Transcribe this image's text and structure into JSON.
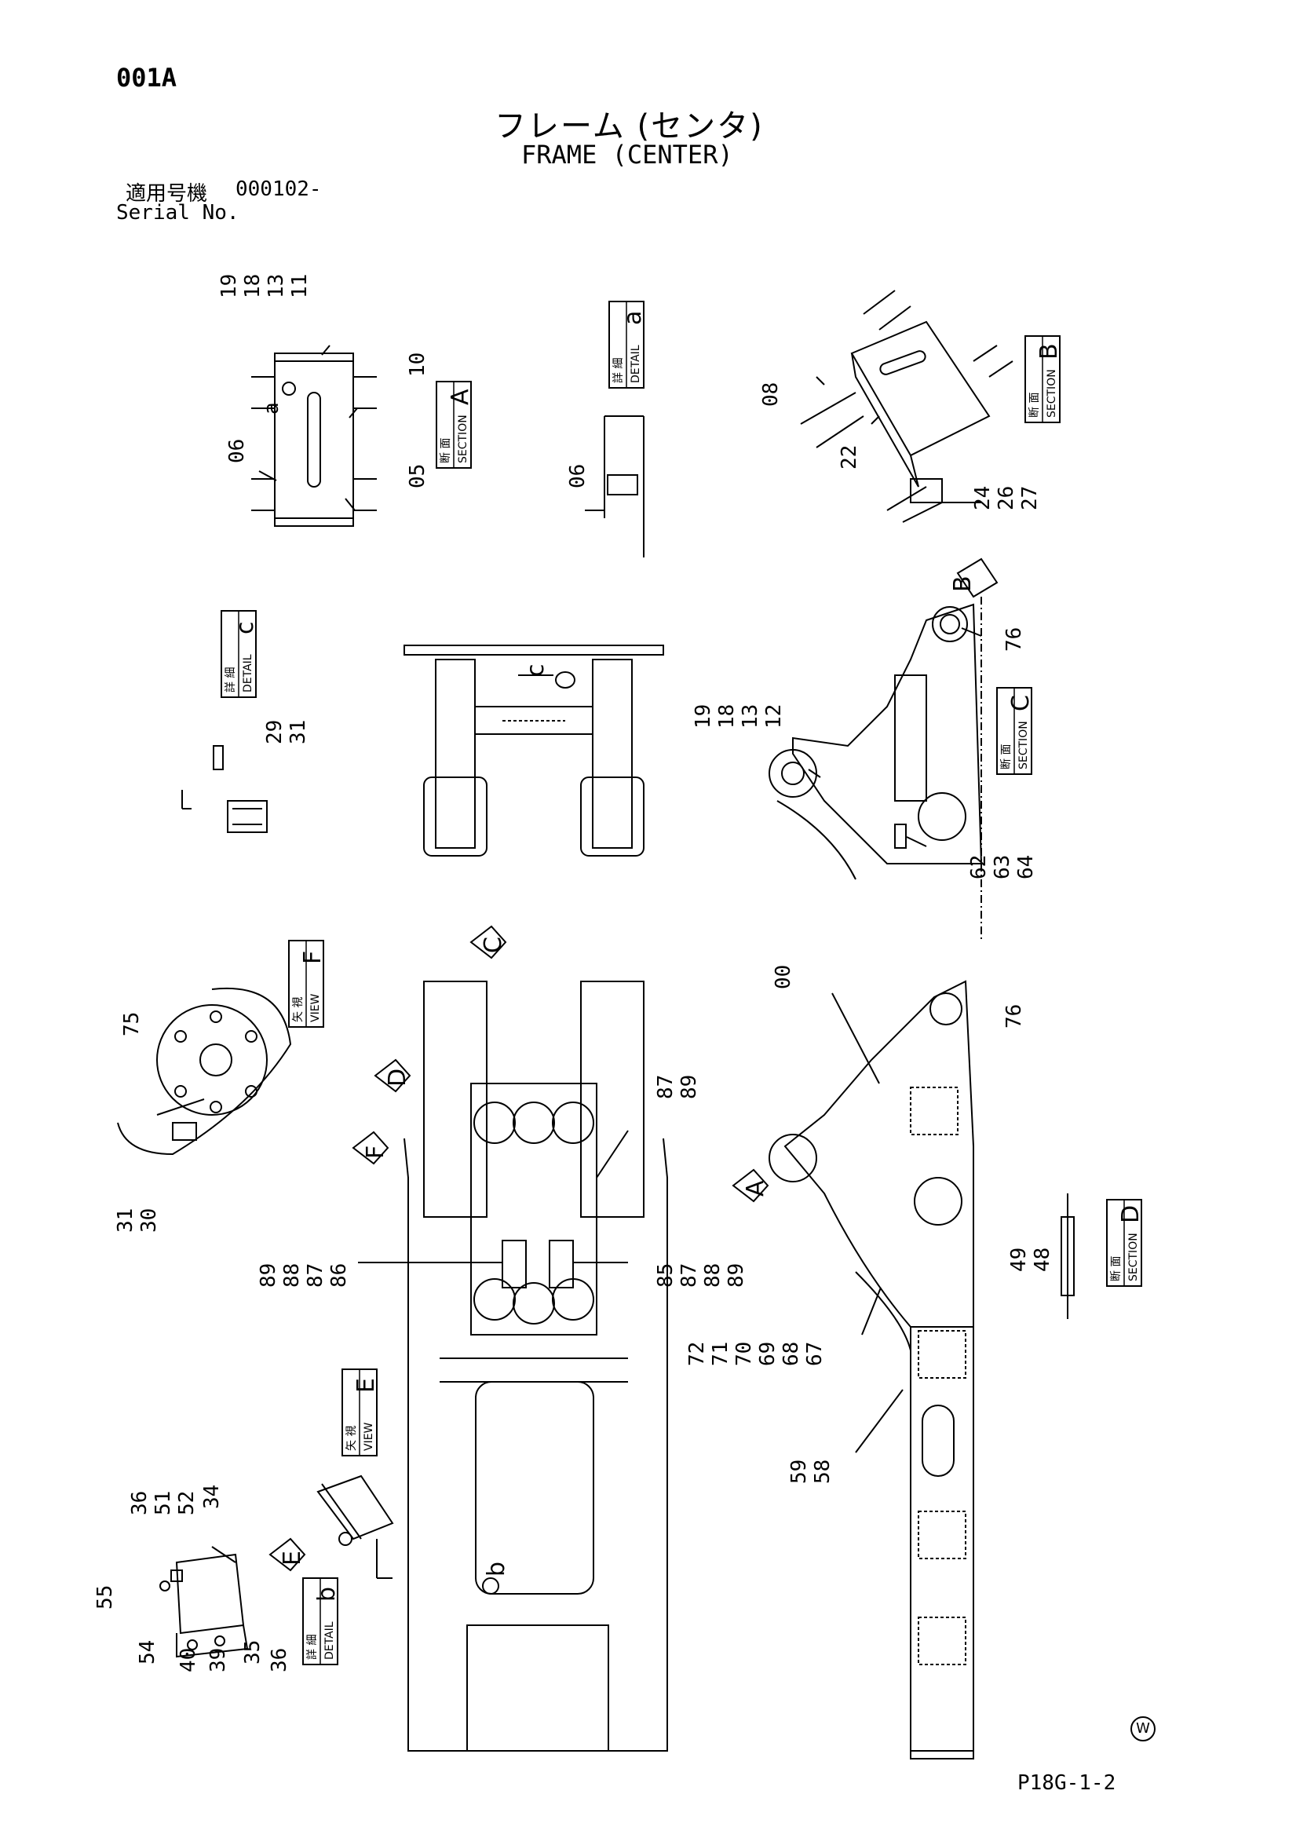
{
  "header": {
    "page_id": "001A",
    "title_jp": "フレーム (センタ)",
    "title_en": "FRAME (CENTER)",
    "serial_label_jp": "適用号機",
    "serial_value": "000102-",
    "serial_label_en": "Serial No."
  },
  "footer": {
    "page_code": "P18G-1-2",
    "mark": "W"
  },
  "labels": {
    "section_jp": "断 面",
    "section_en": "SECTION",
    "detail_jp": "詳 細",
    "detail_en": "DETAIL",
    "view_jp": "矢 視",
    "view_en": "VIEW",
    "sec_a": "A",
    "sec_b": "B",
    "sec_c": "C",
    "sec_d": "D",
    "det_a": "a",
    "det_b": "b",
    "det_c": "c",
    "view_e": "E",
    "view_f": "F",
    "arrow_a": "A",
    "arrow_b": "B",
    "arrow_c": "C",
    "arrow_d": "D",
    "arrow_e": "E",
    "arrow_f": "F",
    "call_a": "a",
    "call_b": "b",
    "call_c": "c"
  },
  "part_numbers": {
    "secA_top": "19\n18\n13\n11",
    "secA_10": "10",
    "secA_06": "06",
    "secA_05": "05",
    "detA_06": "06",
    "secB_08": "08",
    "secB_22": "22",
    "secB_24": "24\n26\n27",
    "side_76a": "76",
    "side_19": "19\n18\n13\n12",
    "side_62": "62\n63\n64",
    "detC_29": "29\n31",
    "side_00": "00",
    "side_76b": "76",
    "viewF_75": "75",
    "viewF_31": "31\n30",
    "main_87a": "87\n89",
    "main_89l": "89\n88\n87\n86",
    "main_85": "85\n87\n88\n89",
    "side_72": "72\n71\n70\n69\n68\n67",
    "side_59": "59\n58",
    "secD_49": "49\n48",
    "detB_36a": "36\n51\n52",
    "detB_34": "34",
    "detB_55": "55",
    "detB_54": "54",
    "detB_40": "40",
    "detB_39": "39",
    "detB_35": "35",
    "detB_36b": "36"
  }
}
